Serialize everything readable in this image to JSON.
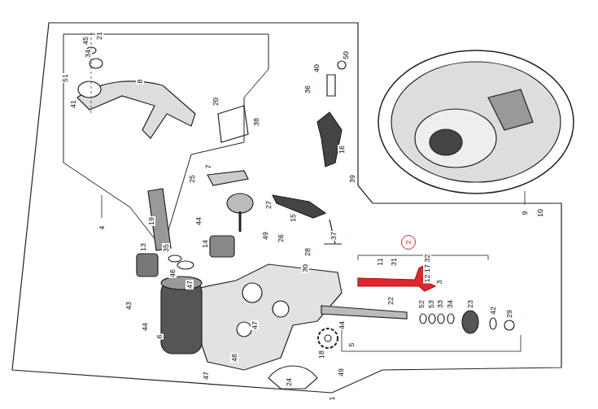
{
  "diagram": {
    "nodes": [
      {
        "text": [
          "2"
        ]
      }
    ],
    "labels": [
      "45",
      "34",
      "21",
      "51",
      "41",
      "8",
      "20",
      "38",
      "50",
      "40",
      "36",
      "16",
      "39",
      "7",
      "25",
      "44",
      "19",
      "4",
      "27",
      "15",
      "49",
      "26",
      "37",
      "14",
      "35",
      "46",
      "28",
      "30",
      "13",
      "47",
      "11",
      "31",
      "12 17 32",
      "3",
      "9",
      "10",
      "43",
      "44",
      "6",
      "22",
      "52",
      "53",
      "33",
      "34",
      "23",
      "42",
      "29",
      "5",
      "47",
      "48",
      "18",
      "44",
      "49",
      "24",
      "47",
      "1"
    ]
  }
}
